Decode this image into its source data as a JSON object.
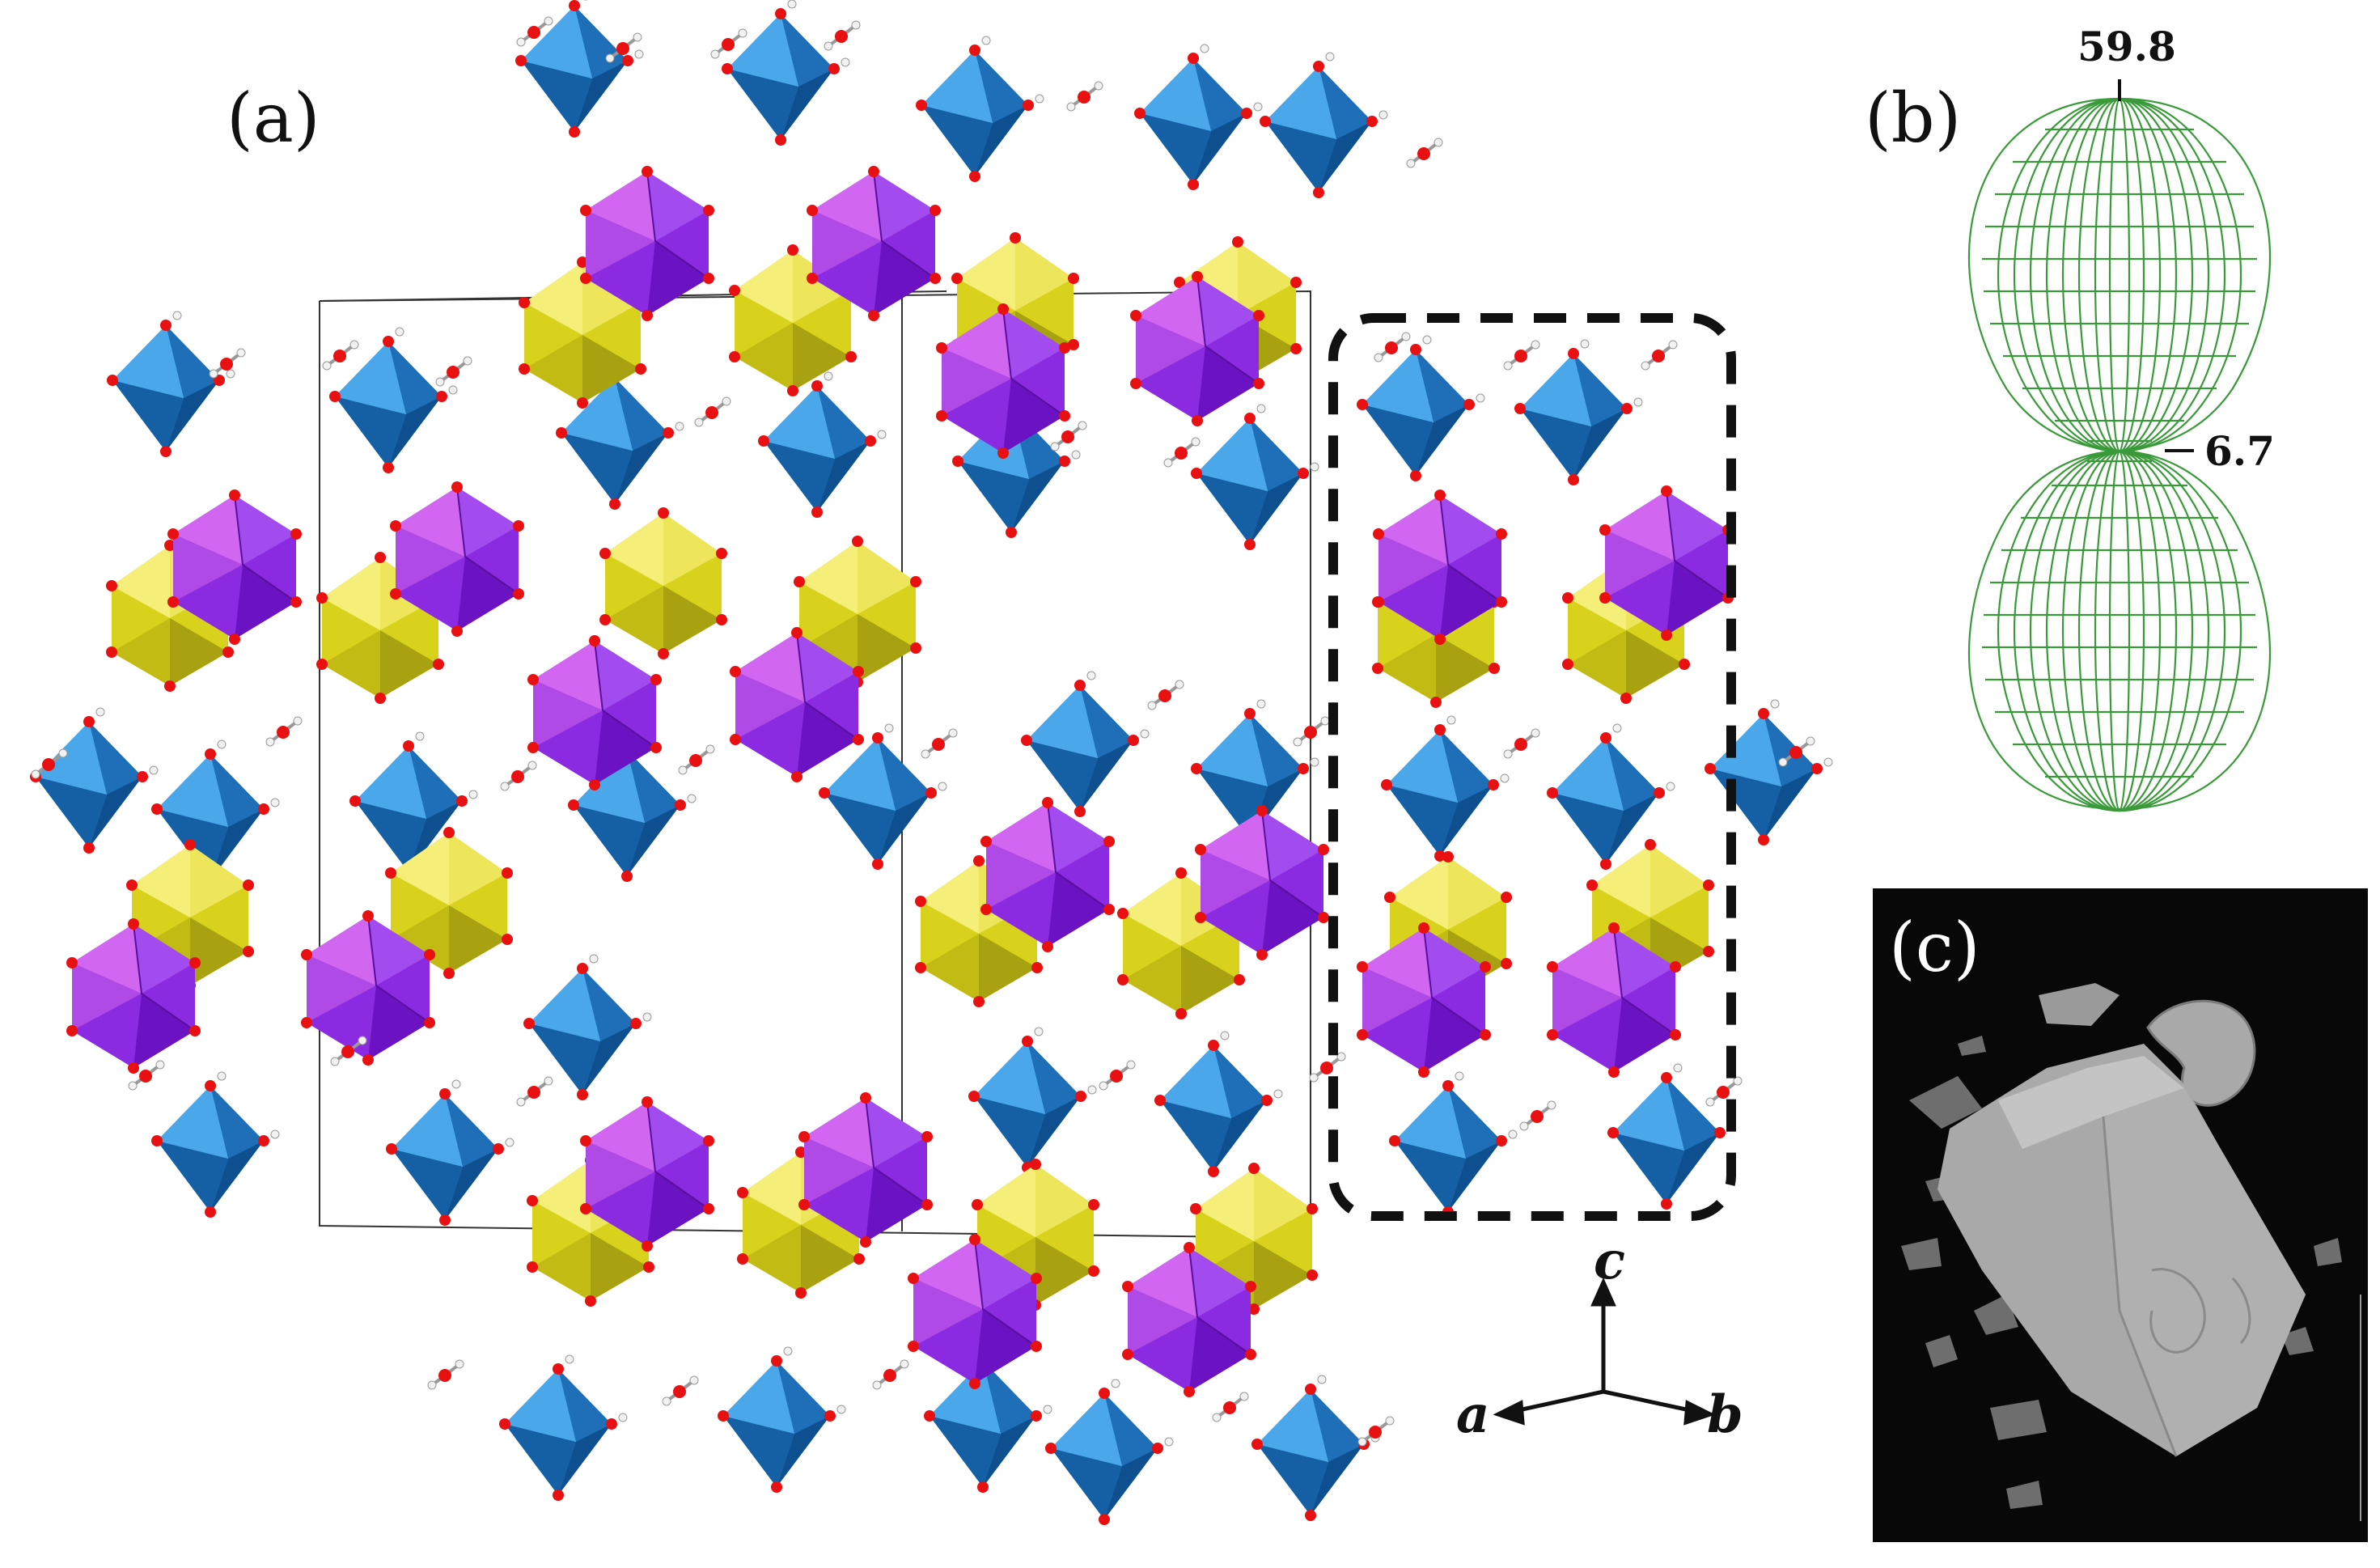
{
  "panels": {
    "a": {
      "label": "(a)"
    },
    "b": {
      "label": "(b)",
      "top_value": "59.8",
      "waist_value": "6.7"
    },
    "c": {
      "label": "(c)"
    }
  },
  "axes": {
    "a": "a",
    "b": "b",
    "c": "c"
  },
  "colors": {
    "octahedron_blue": "#2f8fd8",
    "octahedron_dark_blue": "#0d4f8f",
    "polyhedron_purple": "#8a2be2",
    "polyhedron_magenta": "#d166f0",
    "polyhedron_yellow": "#d9d21c",
    "oxygen_red": "#e81010",
    "hydrogen_white": "#f2f2f2",
    "surface_green": "#3a9a3a",
    "sem_background": "#080808",
    "sem_crystal": "#a9a9a9"
  }
}
